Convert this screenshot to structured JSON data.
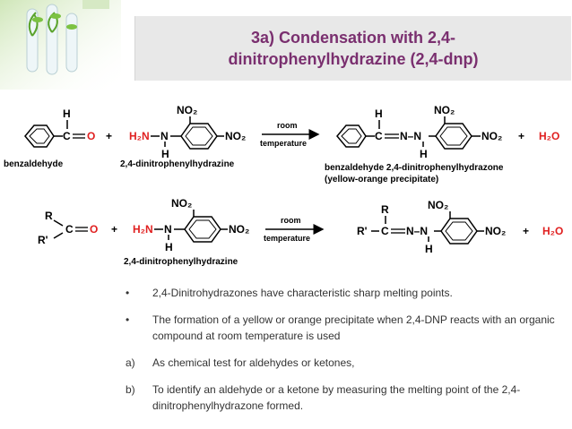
{
  "title": {
    "line1": "3a) Condensation with 2,4-",
    "line2": "dinitrophenylhydrazine (2,4-dnp)"
  },
  "reaction1": {
    "aldehyde_h": "H",
    "aldehyde_c": "C",
    "aldehyde_o": "O",
    "plus1": "+",
    "reagent_nh2": "H₂N",
    "reagent_n": "N",
    "reagent_h": "H",
    "reagent_no2_top": "NO₂",
    "reagent_no2_right": "NO₂",
    "arrow_top": "room",
    "arrow_bottom": "temperature",
    "product_h": "H",
    "product_c": "C",
    "product_nn": "N–N",
    "product_nh": "H",
    "product_no2_top": "NO₂",
    "product_no2_right": "NO₂",
    "plus2": "+",
    "water": "H₂O",
    "label_aldehyde": "benzaldehyde",
    "label_reagent": "2,4-dinitrophenylhydrazine",
    "label_product_1": "benzaldehyde 2,4-dinitrophenylhydrazone",
    "label_product_2": "(yellow-orange precipitate)"
  },
  "reaction2": {
    "r": "R",
    "r_prime": "R'",
    "c": "C",
    "o": "O",
    "plus1": "+",
    "reagent_nh2": "H₂N",
    "reagent_n": "N",
    "reagent_h": "H",
    "reagent_no2_top": "NO₂",
    "reagent_no2_right": "NO₂",
    "arrow_top": "room",
    "arrow_bottom": "temperature",
    "product_r": "R",
    "product_r_prime": "R'",
    "product_c": "C",
    "product_nn": "N–N",
    "product_nh": "H",
    "product_no2_top": "NO₂",
    "product_no2_right": "NO₂",
    "plus2": "+",
    "water": "H₂O",
    "label_reagent": "2,4-dinitrophenylhydrazine"
  },
  "bullets": [
    {
      "mark": "•",
      "text": "2,4-Dinitrohydrazones have characteristic sharp melting points."
    },
    {
      "mark": "•",
      "text": "The formation of a yellow or orange precipitate when 2,4-DNP reacts with an organic compound at room temperature is used"
    },
    {
      "mark": "a)",
      "text": "As chemical test for aldehydes or ketones,"
    },
    {
      "mark": "b)",
      "text": "To identify an aldehyde or a ketone by measuring the melting point of the 2,4-dinitrophenylhydrazone formed."
    }
  ],
  "colors": {
    "title": "#7a2f6f",
    "title_bg": "#e8e8e8",
    "highlight_red": "#e02020"
  }
}
